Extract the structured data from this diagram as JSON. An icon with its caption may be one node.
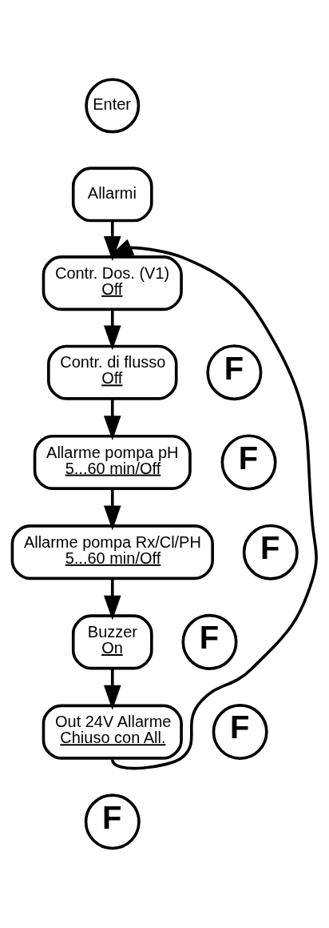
{
  "diagram": {
    "nodes": [
      {
        "text": [
          "Enter"
        ]
      },
      {
        "text": [
          "Allarmi"
        ]
      },
      {
        "text": [
          "Contr. Dos. (V1)",
          "Off"
        ]
      },
      {
        "text": [
          "F"
        ]
      },
      {
        "text": [
          "Contr. di flusso",
          "Off"
        ]
      },
      {
        "text": [
          "F"
        ]
      },
      {
        "text": [
          "Allarme pompa pH",
          "5...60 min/Off"
        ]
      },
      {
        "text": [
          "F"
        ]
      },
      {
        "text": [
          "Allarme pompa Rx/Cl/PH",
          "5...60 min/Off"
        ]
      },
      {
        "text": [
          "F"
        ]
      },
      {
        "text": [
          "Buzzer",
          "On"
        ]
      },
      {
        "text": [
          "F"
        ]
      },
      {
        "text": [
          "Out 24V Allarme",
          "Chiuso con All."
        ]
      },
      {
        "text": [
          "F"
        ]
      }
    ],
    "edges": [
      {
        "from": 1,
        "to": 2,
        "arrow": "to"
      },
      {
        "from": 2,
        "to": 4,
        "arrow": "to"
      },
      {
        "from": 4,
        "to": 6,
        "arrow": "to"
      },
      {
        "from": 6,
        "to": 8,
        "arrow": "to"
      },
      {
        "from": 8,
        "to": 10,
        "arrow": "to"
      },
      {
        "from": 10,
        "to": 12,
        "arrow": "to"
      },
      {
        "from": 12,
        "to": 2,
        "arrow": "to"
      }
    ]
  }
}
